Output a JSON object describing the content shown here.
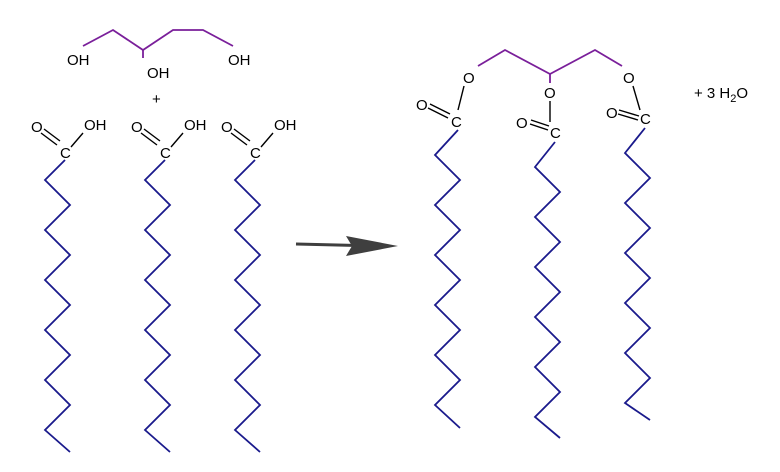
{
  "reactants": {
    "glycerol_oh": [
      "OH",
      "OH",
      "OH"
    ],
    "plus": "+",
    "acids": [
      {
        "o": "O",
        "c": "C",
        "oh": "OH"
      },
      {
        "o": "O",
        "c": "C",
        "oh": "OH"
      },
      {
        "o": "O",
        "c": "C",
        "oh": "OH"
      }
    ]
  },
  "products": {
    "esters": [
      {
        "o_link": "O",
        "o": "O",
        "c": "C"
      },
      {
        "o_link": "O",
        "o": "O",
        "c": "C"
      },
      {
        "o_link": "O",
        "o": "O",
        "c": "C"
      }
    ],
    "byproduct_prefix": "+ 3 H",
    "byproduct_sub": "2",
    "byproduct_suffix": "O"
  },
  "colors": {
    "glycerol": "#7a1f9a",
    "chain": "#1a1a8c",
    "arrow": "#3f3f3f"
  }
}
